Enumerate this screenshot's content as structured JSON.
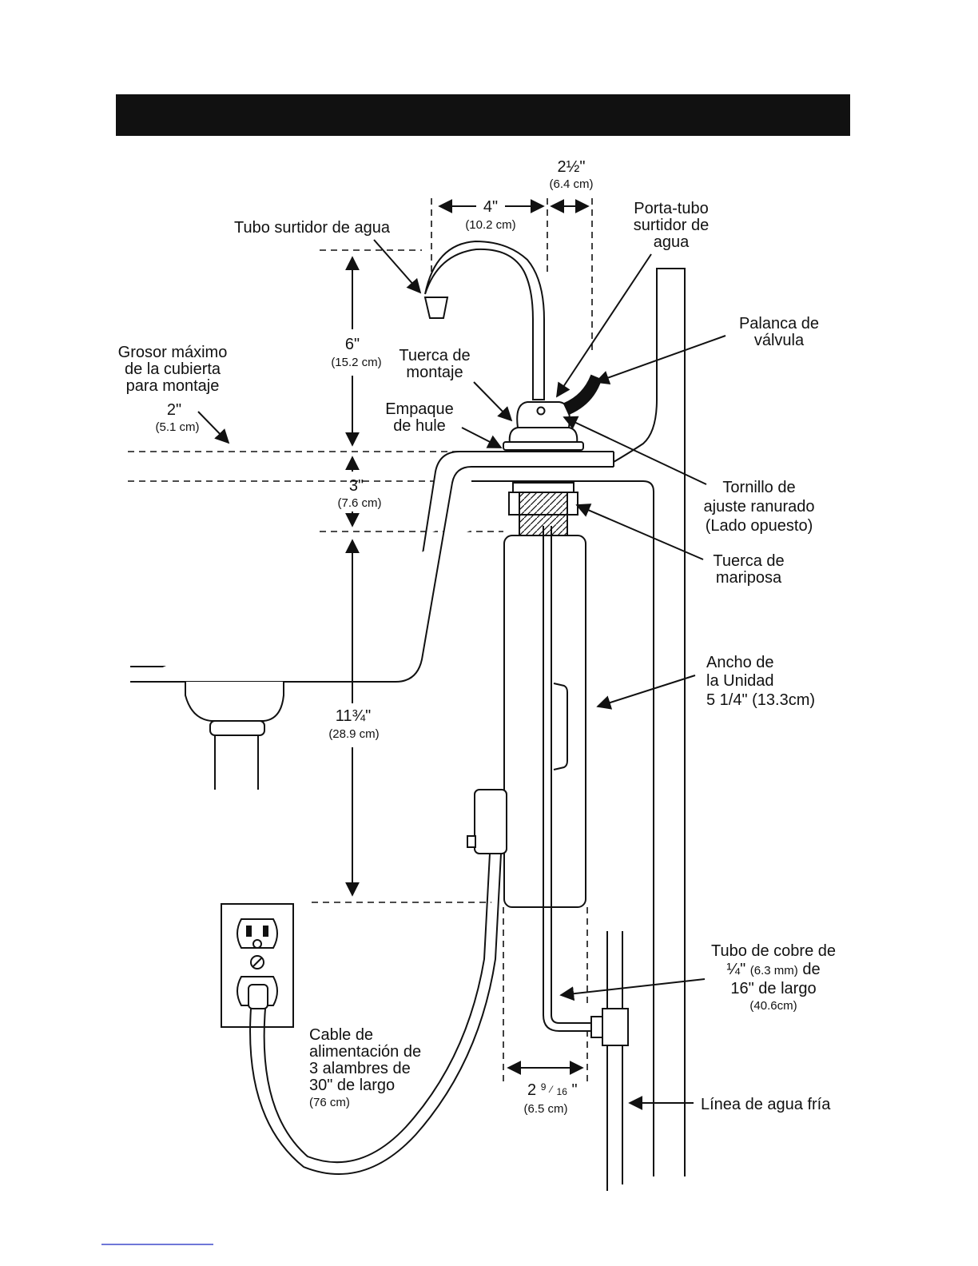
{
  "header": {
    "title": ""
  },
  "labels": {
    "spout": "Tubo surtidor de agua",
    "spout_holder": [
      "Porta-tubo",
      "surtidor de",
      "agua"
    ],
    "valve_lever": [
      "Palanca de",
      "válvula"
    ],
    "max_thickness": [
      "Grosor máximo",
      "de la cubierta",
      "para montaje"
    ],
    "mounting_nut": [
      "Tuerca de",
      "montaje"
    ],
    "rubber_gasket": [
      "Empaque",
      "de hule"
    ],
    "adjust_screw": [
      "Tornillo de",
      "ajuste ranurado",
      "(Lado opuesto)"
    ],
    "wing_nut": [
      "Tuerca de",
      "mariposa"
    ],
    "unit_width": [
      "Ancho de",
      "la Unidad",
      "5 1/4\" (13.3cm)"
    ],
    "copper_tube": [
      "Tubo de cobre de",
      "16\" de largo",
      "(40.6cm)"
    ],
    "copper_tube_size": {
      "whole": "¼\"",
      "metric": "(6.3 mm)",
      "tail": "de"
    },
    "power_cable": [
      "Cable de",
      "alimentación de",
      "3 alambres de",
      "30\" de largo",
      "(76 cm)"
    ],
    "cold_water": "Línea de agua fría"
  },
  "dimensions": {
    "spout_reach": {
      "imperial": "4\"",
      "metric": "(10.2 cm)"
    },
    "holder_offset": {
      "imperial": "2½\"",
      "metric": "(6.4 cm)"
    },
    "spout_height": {
      "imperial": "6\"",
      "metric": "(15.2 cm)"
    },
    "max_counter": {
      "imperial": "2\"",
      "metric": "(5.1 cm)"
    },
    "counter_to_unit": {
      "imperial": "3\"",
      "metric": "(7.6 cm)"
    },
    "unit_height": {
      "imperial": "11¾\"",
      "metric": "(28.9 cm)"
    },
    "unit_depth": {
      "imperial": "2",
      "num": "9",
      "den": "16",
      "quote": "\"",
      "metric": "(6.5 cm)"
    }
  }
}
